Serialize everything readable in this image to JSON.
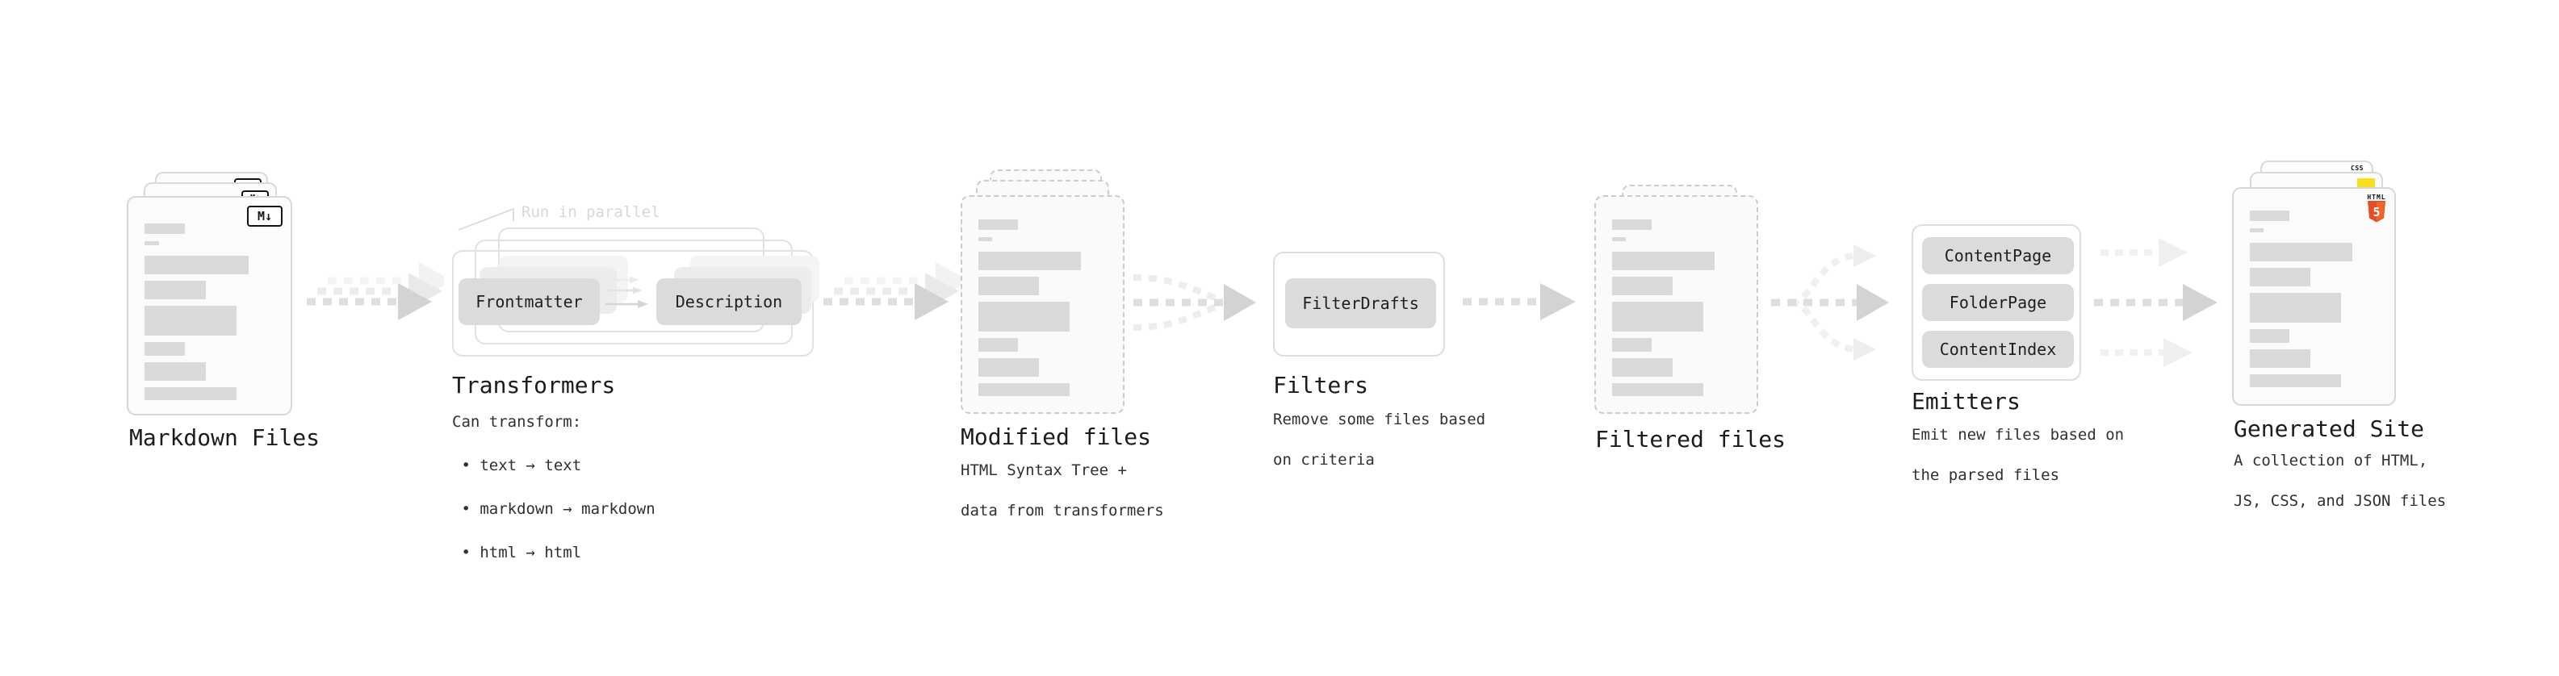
{
  "markdown_files": {
    "label": "Markdown Files",
    "badge": "M↓"
  },
  "transformers": {
    "label": "Transformers",
    "annotation": "Run in parallel",
    "pill_left": "Frontmatter",
    "pill_right": "Description",
    "desc_title": "Can transform:",
    "bullet1": " • text → text",
    "bullet2": " • markdown → markdown",
    "bullet3": " • html → html"
  },
  "modified_files": {
    "label": "Modified files",
    "desc1": "HTML Syntax Tree +",
    "desc2": "data from transformers"
  },
  "filters": {
    "label": "Filters",
    "pill": "FilterDrafts",
    "desc1": "Remove some files based",
    "desc2": "on criteria"
  },
  "filtered_files": {
    "label": "Filtered files"
  },
  "emitters": {
    "label": "Emitters",
    "pill1": "ContentPage",
    "pill2": "FolderPage",
    "pill3": "ContentIndex",
    "desc1": "Emit new files based on",
    "desc2": "the parsed files"
  },
  "generated_site": {
    "label": "Generated Site",
    "badge_css": "CSS",
    "badge_html": "HTML",
    "badge_html_number": "5",
    "desc1": "A collection of HTML,",
    "desc2": "JS, CSS, and JSON files"
  },
  "colors": {
    "card_fill": "#fbfbfb",
    "card_border": "#d7d7d7",
    "placeholder_bar": "#d9d9d9",
    "pill_fill": "#dbdbdb",
    "arrow_dash": "#dedede",
    "arrow_head": "#d3d3d3",
    "html5_orange": "#e44d26",
    "html5_orange_light": "#f16529",
    "js_yellow": "#f7df1e",
    "css_blue": "#2965f1"
  }
}
